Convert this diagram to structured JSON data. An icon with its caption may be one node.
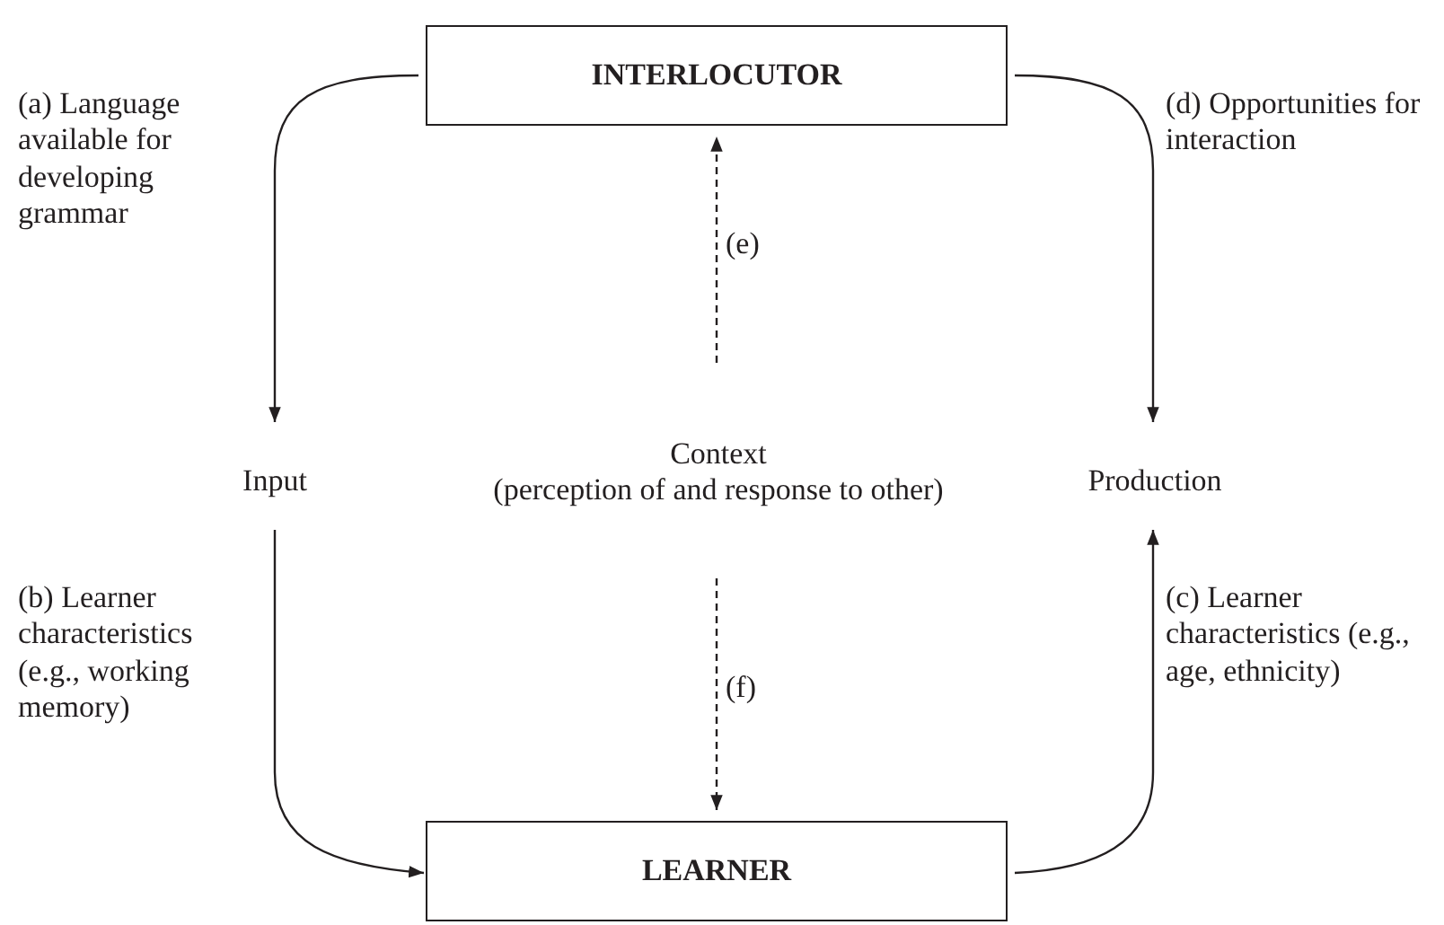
{
  "diagram": {
    "nodes": [
      {
        "text": [
          "INTERLOCUTOR"
        ]
      },
      {
        "text": [
          "Input"
        ]
      },
      {
        "text": [
          "Context",
          "(perception of and response to other)"
        ]
      },
      {
        "text": [
          "Production"
        ]
      },
      {
        "text": [
          "LEARNER"
        ]
      }
    ],
    "edges": [
      {
        "from": 0,
        "to": 1,
        "arrow": "to",
        "label": "(a) Language available for developing grammar"
      },
      {
        "from": 0,
        "to": 3,
        "arrow": "to",
        "label": "(d) Opportunities for interaction"
      },
      {
        "from": 1,
        "to": 4,
        "arrow": "to",
        "label": "(b) Learner characteristics (e.g., working memory)"
      },
      {
        "from": 4,
        "to": 3,
        "arrow": "to",
        "label": "(c) Learner characteristics (e.g., age, ethnicity)"
      },
      {
        "from": 2,
        "to": 0,
        "arrow": "to",
        "label": "(e)",
        "style": "dashed"
      },
      {
        "from": 2,
        "to": 4,
        "arrow": "to",
        "label": "(f)",
        "style": "dashed"
      }
    ]
  }
}
